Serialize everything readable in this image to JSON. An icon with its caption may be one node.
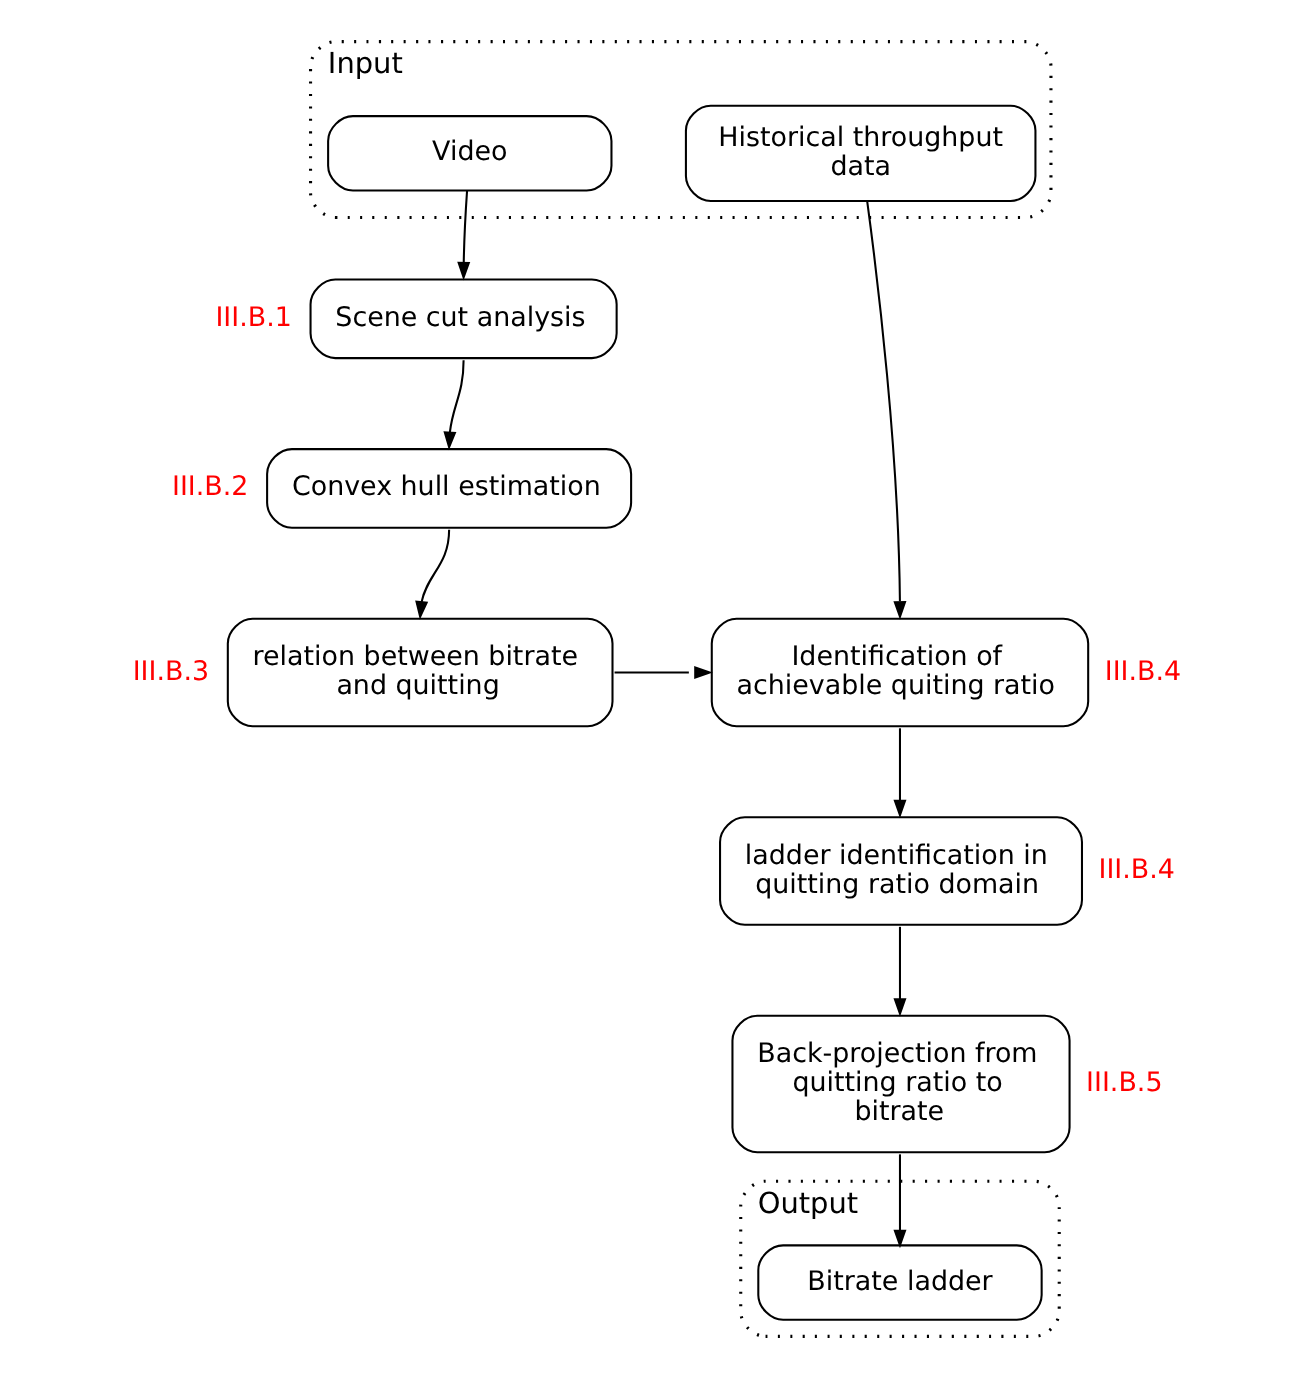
{
  "diagram": {
    "nodes": [
      {
        "text": [
          "Input"
        ]
      },
      {
        "text": [
          "Video"
        ],
        "in": 0
      },
      {
        "text": [
          "Historical throughput data"
        ],
        "in": 0
      },
      {
        "text": [
          "Scene cut analysis"
        ],
        "beside": [
          "III.B.1"
        ]
      },
      {
        "text": [
          "Convex hull estimation"
        ],
        "beside": [
          "III.B.2"
        ]
      },
      {
        "text": [
          "relation between bitrate and quitting"
        ],
        "beside": [
          "III.B.3"
        ]
      },
      {
        "text": [
          "Identification of achievable quiting ratio"
        ],
        "beside": [
          "III.B.4"
        ]
      },
      {
        "text": [
          "ladder identification in quitting ratio domain"
        ],
        "beside": [
          "III.B.4"
        ]
      },
      {
        "text": [
          "Back-projection from quitting ratio to bitrate"
        ],
        "beside": [
          "III.B.5"
        ]
      },
      {
        "text": [
          "Output"
        ]
      },
      {
        "text": [
          "Bitrate ladder"
        ],
        "in": 9
      }
    ],
    "edges": [
      {
        "from": 1,
        "to": 3,
        "arrow": "to"
      },
      {
        "from": 3,
        "to": 4,
        "arrow": "to"
      },
      {
        "from": 4,
        "to": 5,
        "arrow": "to"
      },
      {
        "from": 5,
        "to": 6,
        "arrow": "to"
      },
      {
        "from": 2,
        "to": 6,
        "arrow": "to"
      },
      {
        "from": 6,
        "to": 7,
        "arrow": "to"
      },
      {
        "from": 7,
        "to": 8,
        "arrow": "to"
      },
      {
        "from": 8,
        "to": 10,
        "arrow": "to"
      }
    ]
  }
}
